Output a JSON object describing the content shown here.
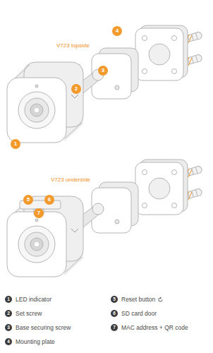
{
  "diagram": {
    "labels": [
      "V723 topside",
      "1",
      "2",
      "3",
      "4",
      "V723 underside",
      "5",
      "6",
      "7",
      "1",
      "2",
      "3",
      "4",
      "5",
      "6",
      "7"
    ],
    "legend": [
      {
        "text": "LED indicator"
      },
      {
        "text": "Set screw"
      },
      {
        "text": "Base securing screw"
      },
      {
        "text": "Mounting plate"
      },
      {
        "text": "Reset button"
      },
      {
        "text": "SD card door"
      },
      {
        "text": "MAC address + QR code"
      }
    ]
  }
}
